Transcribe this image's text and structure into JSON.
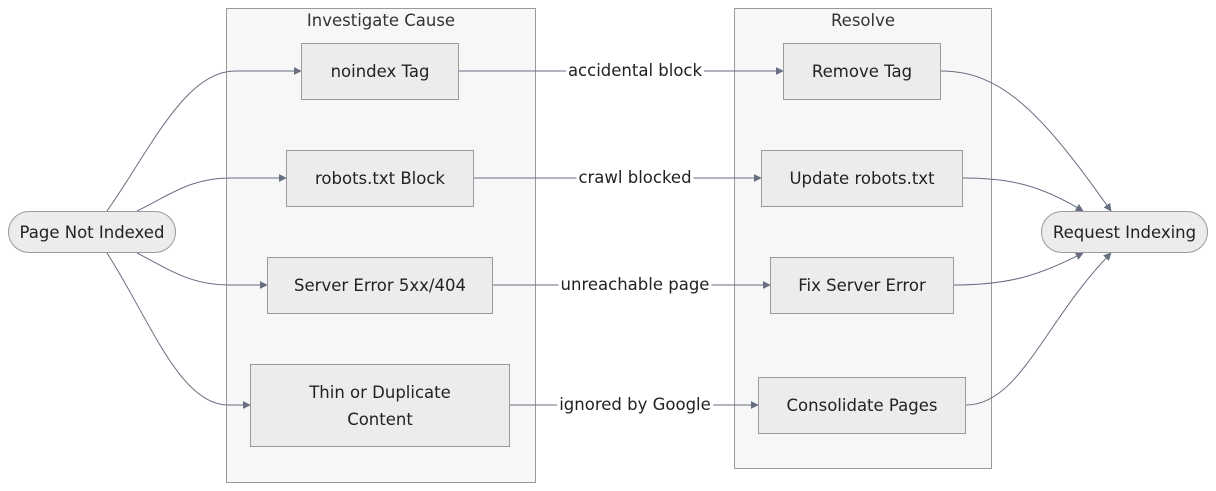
{
  "clusters": {
    "investigate": {
      "title": "Investigate Cause"
    },
    "resolve": {
      "title": "Resolve"
    }
  },
  "nodes": {
    "start": "Page Not Indexed",
    "noindex": "noindex Tag",
    "robots": "robots.txt Block",
    "server_error": "Server Error 5xx/404",
    "thin_line1": "Thin or Duplicate",
    "thin_line2": "Content",
    "remove_tag": "Remove Tag",
    "update_robots": "Update robots.txt",
    "fix_server": "Fix Server Error",
    "consolidate": "Consolidate Pages",
    "request": "Request Indexing"
  },
  "edge_labels": {
    "noindex_to_remove": "accidental block",
    "robots_to_update": "crawl blocked",
    "server_to_fix": "unreachable page",
    "thin_to_consolidate": "ignored by Google"
  },
  "colors": {
    "edge": "#666e80",
    "node_fill": "#ececec",
    "cluster_fill": "#f7f7f7",
    "border": "#9a9a9a"
  }
}
